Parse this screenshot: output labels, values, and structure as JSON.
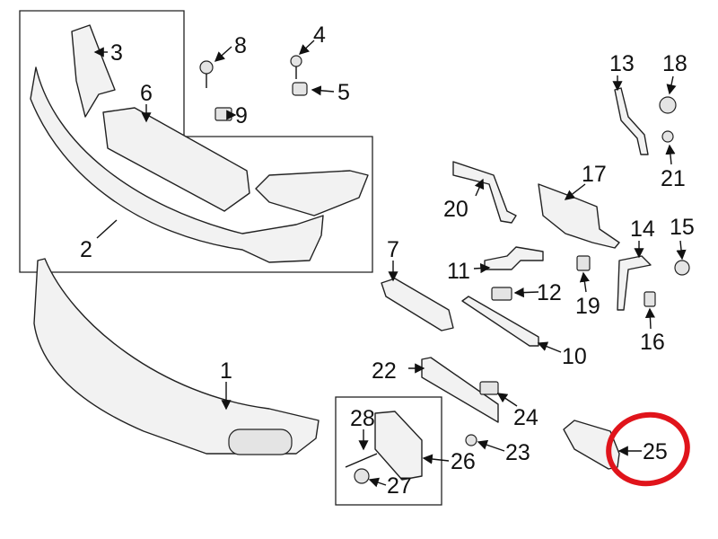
{
  "diagram": {
    "callouts": [
      "1",
      "2",
      "3",
      "4",
      "5",
      "6",
      "7",
      "8",
      "9",
      "10",
      "11",
      "12",
      "13",
      "14",
      "15",
      "16",
      "17",
      "18",
      "19",
      "20",
      "21",
      "22",
      "23",
      "24",
      "25",
      "26",
      "27",
      "28"
    ],
    "highlight_color": "#e0141b",
    "highlighted_part": "25"
  }
}
